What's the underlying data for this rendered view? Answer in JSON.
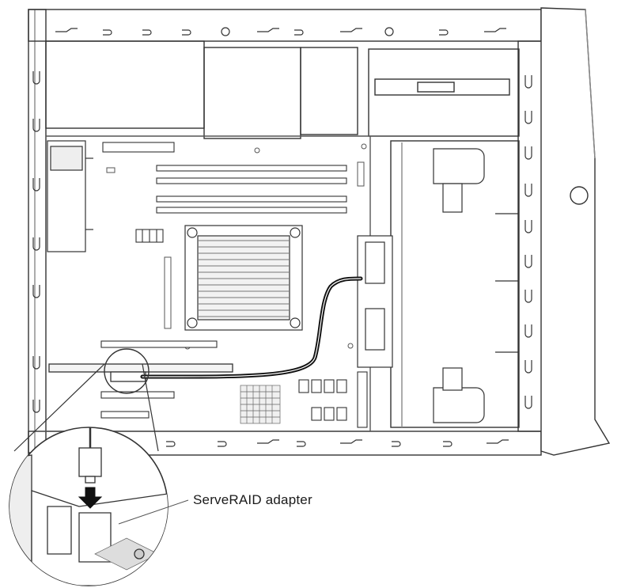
{
  "callout": {
    "label": "ServeRAID adapter"
  },
  "colors": {
    "line": "#333333",
    "light_line": "#8a8a8a",
    "cable": "#111111",
    "fill": "#ffffff",
    "shade": "#e6e6e6"
  },
  "parts": [
    "server-chassis-side-view",
    "system-board",
    "microprocessor-heat-sink",
    "dimm-slots",
    "pci-slots",
    "sata-connectors",
    "drive-bay-cage",
    "serveraid-adapter",
    "sas-cable",
    "magnified-callout"
  ]
}
